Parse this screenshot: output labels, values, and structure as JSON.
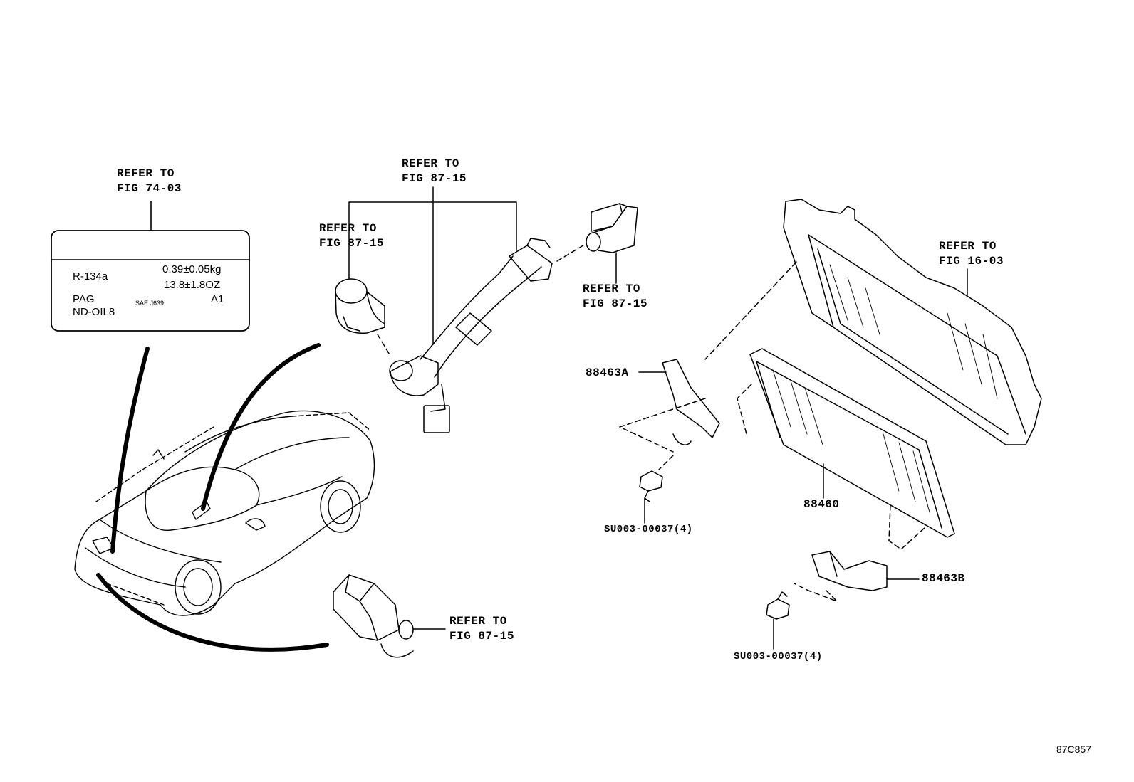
{
  "refs": {
    "fig_74_03": [
      "REFER TO",
      "FIG 74-03"
    ],
    "fig_87_15_top": [
      "REFER TO",
      "FIG 87-15"
    ],
    "fig_87_15_left": [
      "REFER TO",
      "FIG 87-15"
    ],
    "fig_87_15_right": [
      "REFER TO",
      "FIG 87-15"
    ],
    "fig_87_15_bottom": [
      "REFER TO",
      "FIG 87-15"
    ],
    "fig_16_03": [
      "REFER TO",
      "FIG 16-03"
    ]
  },
  "refrigerant_label": {
    "refrigerant": "R-134a",
    "charge_kg": "0.39±0.05kg",
    "charge_oz": "13.8±1.8OZ",
    "oil_type": "PAG",
    "standard": "SAE J639",
    "grade": "A1",
    "oil_name": "ND-OIL8"
  },
  "parts": {
    "bracket_a": "88463A",
    "condenser": "88460",
    "bracket_b": "88463B",
    "bolt_upper": "SU003-00037(4)",
    "bolt_lower": "SU003-00037(4)"
  },
  "drawing_id": "87C857"
}
